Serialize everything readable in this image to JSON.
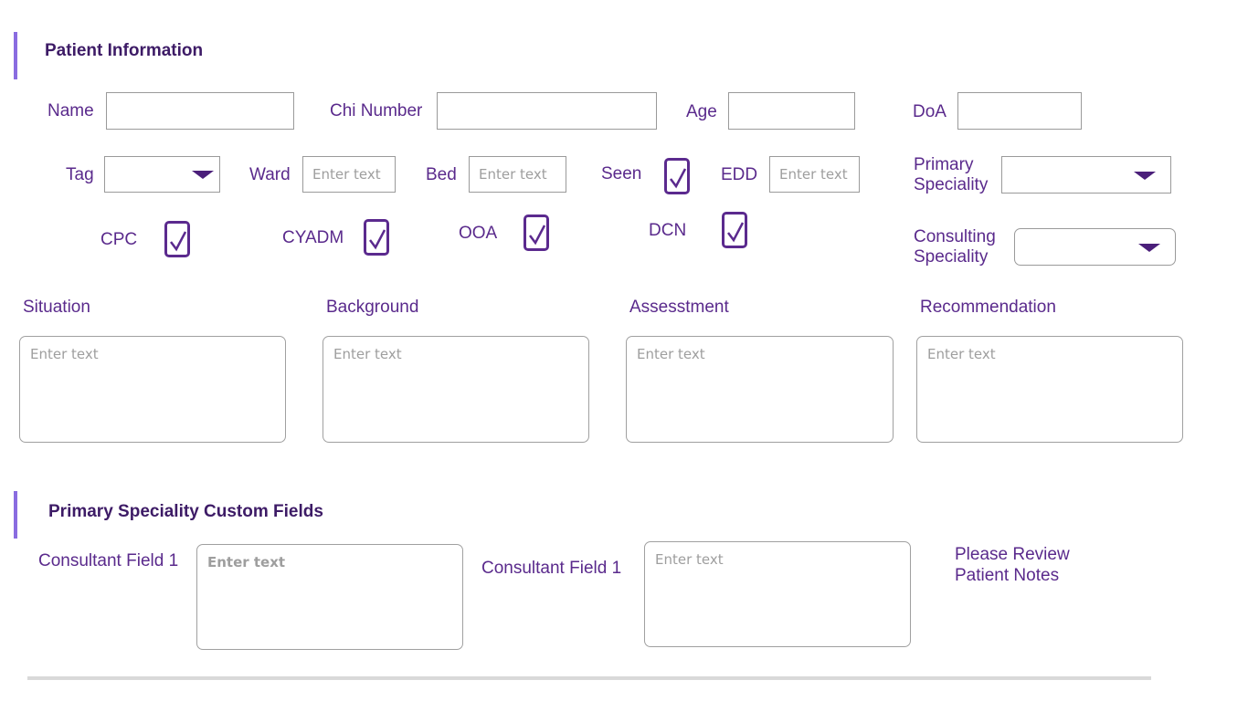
{
  "patient_info": {
    "title": "Patient Information",
    "labels": {
      "name": "Name",
      "chi_number": "Chi Number",
      "age": "Age",
      "doa": "DoA",
      "tag": "Tag",
      "ward": "Ward",
      "bed": "Bed",
      "seen": "Seen",
      "edd": "EDD",
      "primary_speciality_line1": "Primary",
      "primary_speciality_line2": "Speciality",
      "consulting_speciality_line1": "Consulting",
      "consulting_speciality_line2": "Speciality",
      "cpc": "CPC",
      "cyadm": "CYADM",
      "ooa": "OOA",
      "dcn": "DCN"
    },
    "values": {
      "name": "",
      "chi_number": "",
      "age": "",
      "doa": "",
      "tag": "",
      "primary_speciality": "",
      "consulting_speciality": ""
    },
    "placeholders": {
      "ward": "Enter text",
      "bed": "Enter text",
      "edd": "Enter text"
    },
    "checkboxes": {
      "seen": true,
      "cpc": true,
      "cyadm": true,
      "ooa": true,
      "dcn": true
    }
  },
  "sbar": {
    "situation": {
      "label": "Situation",
      "placeholder": "Enter text"
    },
    "background": {
      "label": "Background",
      "placeholder": "Enter text"
    },
    "assessment": {
      "label": "Assesstment",
      "placeholder": "Enter text"
    },
    "recommendation": {
      "label": "Recommendation",
      "placeholder": "Enter text"
    }
  },
  "custom_fields": {
    "title": "Primary Speciality Custom Fields",
    "field1": {
      "label": "Consultant Field 1",
      "placeholder": "Enter text"
    },
    "field2": {
      "label": "Consultant Field 1",
      "placeholder": "Enter text"
    },
    "notice_line1": "Please Review",
    "notice_line2": "Patient Notes"
  },
  "colors": {
    "accent": "#8a6ce0",
    "label": "#5a2a8c",
    "title": "#3d1b66",
    "checkbox": "#5b2a8e"
  },
  "icons": {
    "dropdown": "caret-down-icon",
    "checkmark": "checkmark-icon"
  }
}
